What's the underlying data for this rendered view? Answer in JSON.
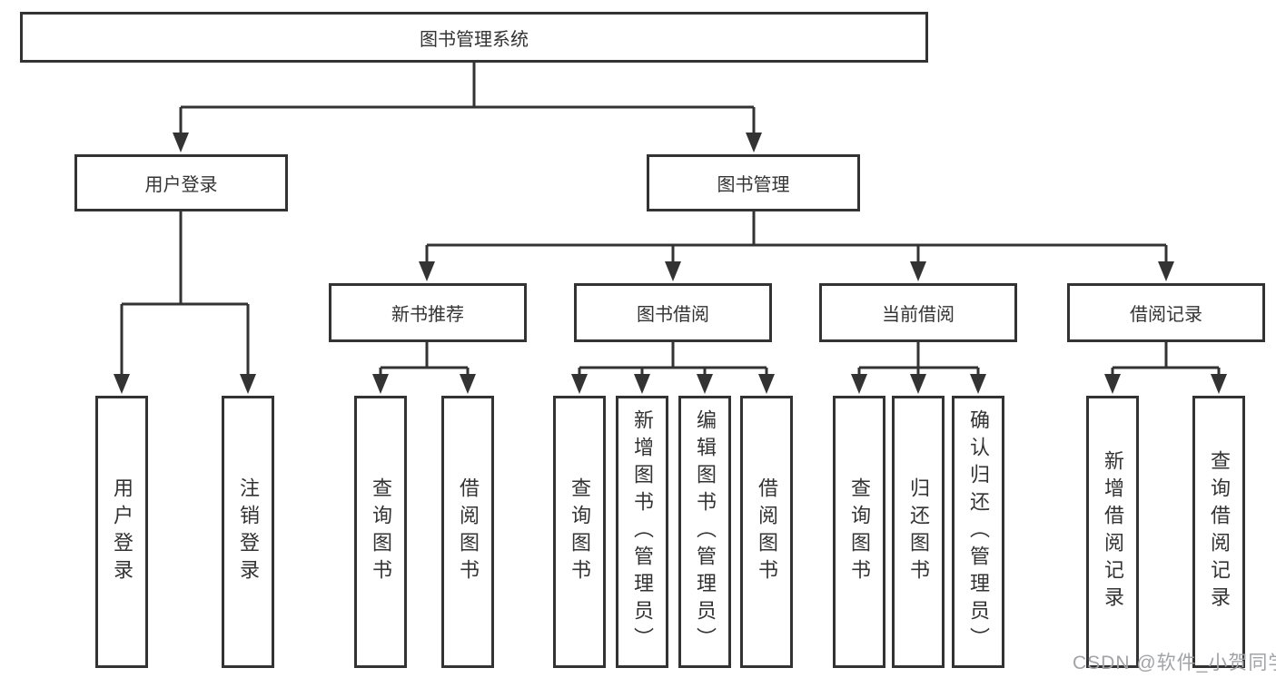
{
  "diagram": {
    "root_label": "图书管理系统",
    "level2": {
      "user_login": "用户登录",
      "book_management": "图书管理"
    },
    "level3": {
      "new_book_recommendation": "新书推荐",
      "book_borrowing": "图书借阅",
      "current_borrowing": "当前借阅",
      "borrowing_records": "借阅记录"
    },
    "leaves": {
      "user_login": [
        "用户登录",
        "注销登录"
      ],
      "new_book_recommendation": [
        "查询图书",
        "借阅图书"
      ],
      "book_borrowing": [
        "查询图书",
        "新增图书（管理员）",
        "编辑图书（管理员）",
        "借阅图书"
      ],
      "current_borrowing": [
        "查询图书",
        "归还图书",
        "确认归还（管理员）"
      ],
      "borrowing_records": [
        "新增借阅记录",
        "查询借阅记录"
      ]
    }
  },
  "watermark": {
    "text": "CSDN @软件_小贺同学"
  },
  "colors": {
    "line": "#333333",
    "box_border": "#333333",
    "text": "#333333",
    "watermark": "#a2a3a7",
    "background": "#ffffff"
  }
}
